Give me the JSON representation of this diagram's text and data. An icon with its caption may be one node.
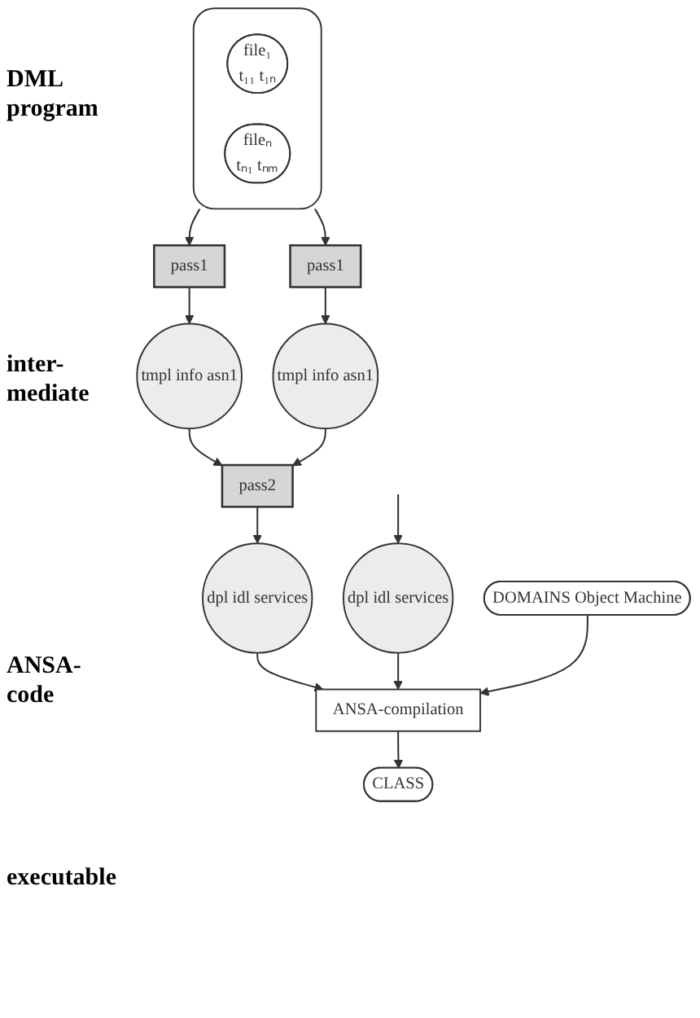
{
  "diagram": {
    "nodes": [
      {
        "text": [],
        "shape": "box"
      },
      {
        "text": [
          "file₁",
          "t₁₁ t₁ₙ"
        ],
        "in": 0
      },
      {
        "text": [
          "fileₙ",
          "tₙ₁ tₙₘ"
        ],
        "in": 0
      },
      {
        "text": [
          "pass1"
        ]
      },
      {
        "text": [
          "pass1"
        ]
      },
      {
        "text": [
          "tmpl info asn1"
        ]
      },
      {
        "text": [
          "tmpl info asn1"
        ]
      },
      {
        "text": [
          "pass2"
        ]
      },
      {
        "text": [
          "dpl idl services"
        ]
      },
      {
        "text": [
          "dpl idl services"
        ]
      },
      {
        "text": [
          "DOMAINS Object Machine"
        ]
      },
      {
        "text": [
          "ANSA-compilation"
        ]
      },
      {
        "text": [
          "CLASS"
        ]
      }
    ],
    "edges": [
      {
        "from": 0,
        "to": 3,
        "arrow": "to"
      },
      {
        "from": 0,
        "to": 4,
        "arrow": "to"
      },
      {
        "from": 3,
        "to": 5,
        "arrow": "to"
      },
      {
        "from": 4,
        "to": 6,
        "arrow": "to"
      },
      {
        "from": 5,
        "to": 7,
        "arrow": "to"
      },
      {
        "from": 6,
        "to": 7,
        "arrow": "to"
      },
      {
        "from": 7,
        "to": 8,
        "arrow": "to"
      },
      {
        "from": null,
        "to": 9,
        "arrow": "to"
      },
      {
        "from": 8,
        "to": 11,
        "arrow": "to"
      },
      {
        "from": 9,
        "to": 11,
        "arrow": "to"
      },
      {
        "from": 10,
        "to": 11,
        "arrow": "to"
      },
      {
        "from": 11,
        "to": 12,
        "arrow": "to"
      }
    ],
    "labels": [
      "DML program",
      "inter- mediate",
      "ANSA- code",
      "executable"
    ]
  }
}
